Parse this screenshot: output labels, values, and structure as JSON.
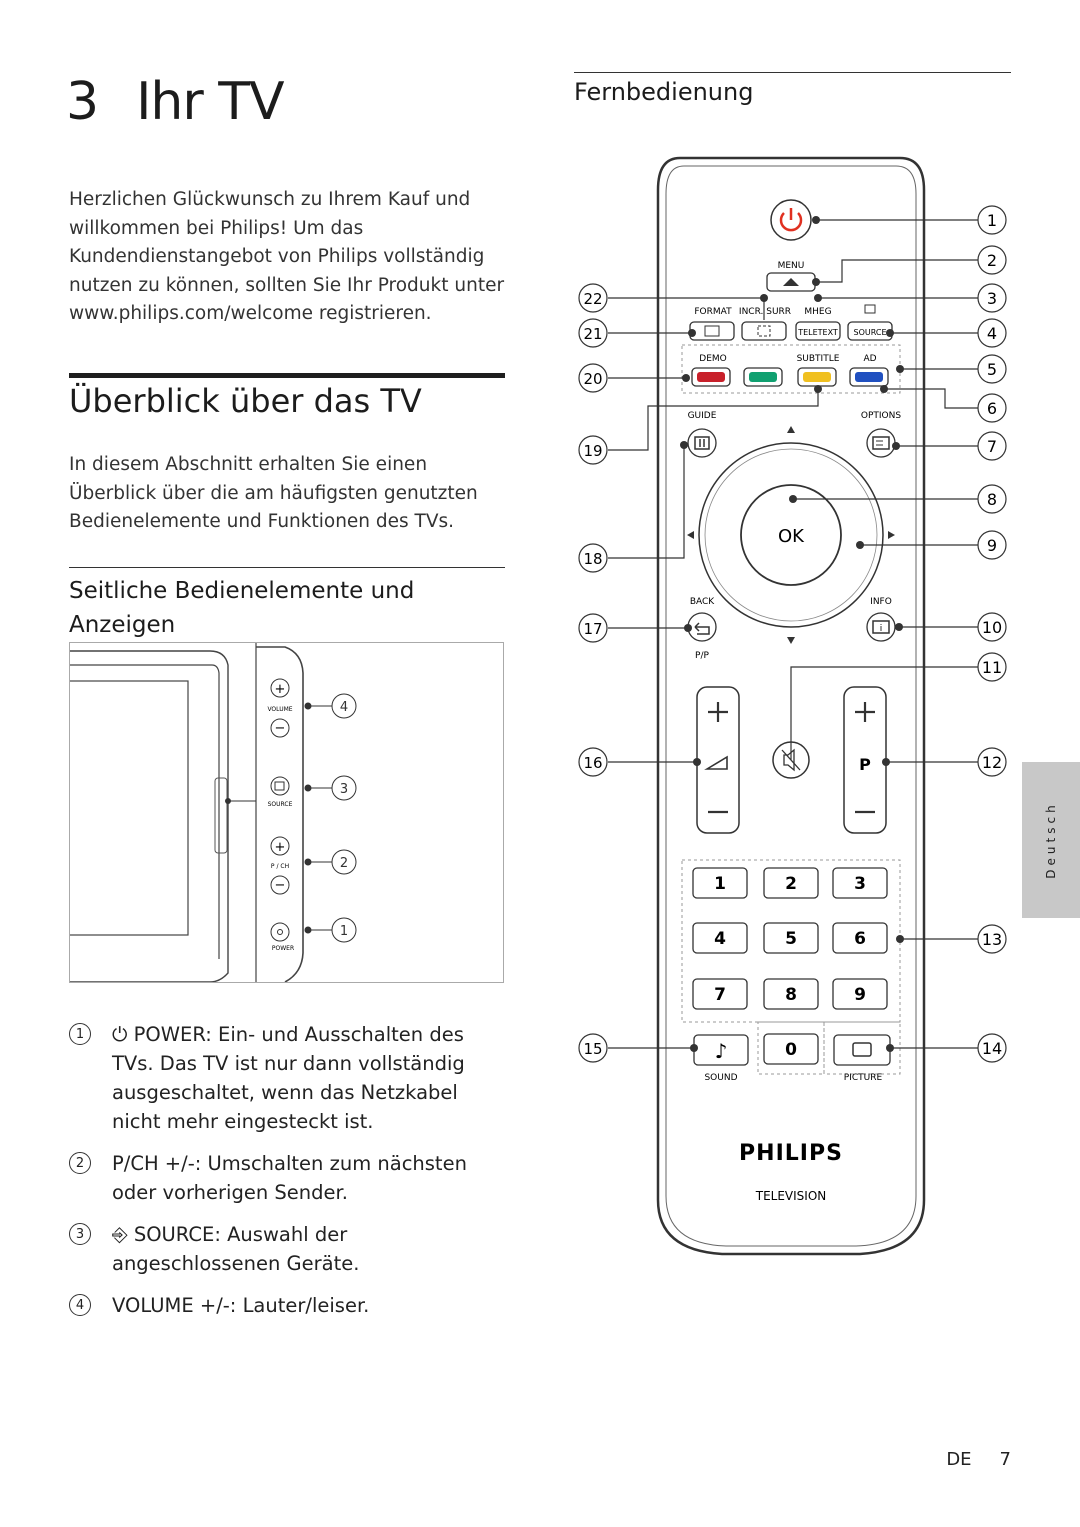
{
  "chapter": {
    "number": "3",
    "title": "Ihr TV"
  },
  "intro": "Herzlichen Glückwunsch zu Ihrem Kauf und willkommen bei Philips! Um das Kundendienstangebot von Philips vollständig nutzen zu können, sollten Sie Ihr Produkt unter www.philips.com/welcome registrieren.",
  "overview": {
    "heading": "Überblick über das TV",
    "text": "In diesem Abschnitt erhalten Sie einen Überblick über die am häufigsten genutzten Bedienelemente und Funktionen des TVs."
  },
  "side_controls": {
    "heading": "Seitliche Bedienelemente und Anzeigen",
    "labels": {
      "volume": "VOLUME",
      "source": "SOURCE",
      "pch": "P / CH",
      "power": "POWER"
    },
    "callouts": [
      "4",
      "3",
      "2",
      "1"
    ],
    "items": [
      {
        "num": "1",
        "text": "POWER: Ein- und Ausschalten des TVs. Das TV ist nur dann vollständig ausgeschaltet, wenn das Netzkabel nicht mehr eingesteckt ist.",
        "icon": "power-icon"
      },
      {
        "num": "2",
        "text": "P/CH +/-: Umschalten zum nächsten oder vorherigen Sender."
      },
      {
        "num": "3",
        "text": "SOURCE: Auswahl der angeschlossenen Geräte.",
        "icon": "source-icon"
      },
      {
        "num": "4",
        "text": "VOLUME +/-: Lauter/leiser."
      }
    ]
  },
  "remote": {
    "heading": "Fernbedienung",
    "labels": {
      "menu": "MENU",
      "format": "FORMAT",
      "incr_surr": "INCR. SURR",
      "mheg": "MHEG",
      "teletext": "TELETEXT",
      "source": "SOURCE",
      "demo": "DEMO",
      "subtitle": "SUBTITLE",
      "ad": "AD",
      "guide": "GUIDE",
      "options": "OPTIONS",
      "ok": "OK",
      "back": "BACK",
      "info": "INFO",
      "pp": "P/P",
      "p": "P",
      "sound": "SOUND",
      "picture": "PICTURE",
      "brand": "PHILIPS",
      "television": "TELEVISION"
    },
    "digits": [
      "1",
      "2",
      "3",
      "4",
      "5",
      "6",
      "7",
      "8",
      "9",
      "0"
    ],
    "color_keys": [
      "#c8202a",
      "#10a070",
      "#f0c020",
      "#2050c0"
    ],
    "callouts_right": [
      "1",
      "2",
      "3",
      "4",
      "5",
      "6",
      "7",
      "8",
      "9",
      "10",
      "11",
      "12",
      "13",
      "14"
    ],
    "callouts_left": [
      "22",
      "21",
      "20",
      "19",
      "18",
      "17",
      "16",
      "15"
    ]
  },
  "sidebar_tab": "Deutsch",
  "footer": {
    "lang": "DE",
    "page": "7"
  }
}
